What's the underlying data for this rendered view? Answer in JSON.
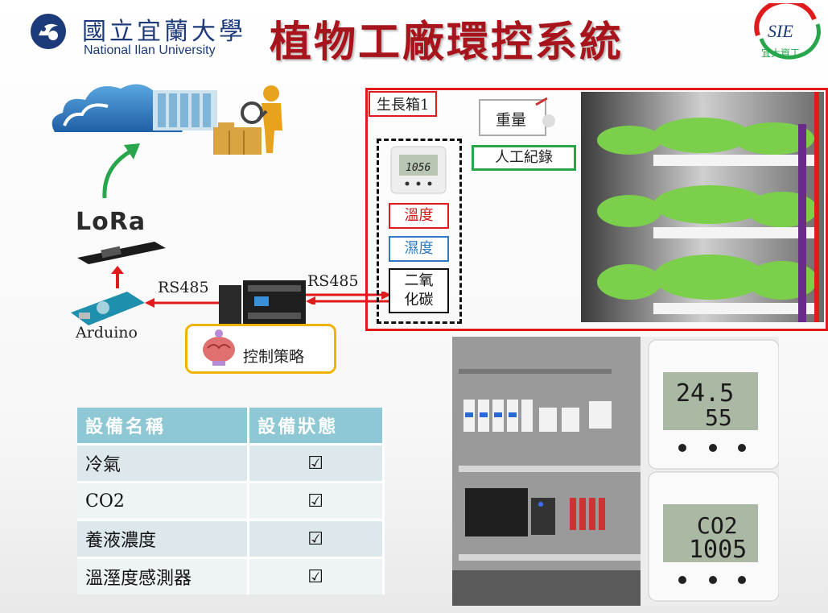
{
  "header": {
    "university_cn": "國立宜蘭大學",
    "university_en": "National Ilan University",
    "title": "植物工廠環控系統",
    "sie_logo_text": "SIE",
    "sie_caption": "宜大資工"
  },
  "diagram": {
    "lora_label": "LoRa",
    "arduino_label": "Arduino",
    "rs485_left": "RS485",
    "rs485_right": "RS485",
    "strategy_label": "控制策略",
    "sensor_display": "1056"
  },
  "growbox": {
    "tag": "生長箱1",
    "temperature": "溫度",
    "humidity": "濕度",
    "co2_line1": "二氧",
    "co2_line2": "化碳",
    "weight": "重量",
    "manual_record": "人工紀錄"
  },
  "table": {
    "headers": [
      "設備名稱",
      "設備狀態"
    ],
    "rows": [
      {
        "name": "冷氣",
        "status": "☑"
      },
      {
        "name": "CO2",
        "status": "☑"
      },
      {
        "name": "養液濃度",
        "status": "☑"
      },
      {
        "name": "溫溼度感測器",
        "status": "☑"
      }
    ]
  },
  "lcd": {
    "top_line1": "24.5",
    "top_line2": "55",
    "bottom_line1": "CO2",
    "bottom_line2": "1005"
  },
  "colors": {
    "title_red": "#a8141c",
    "box_red": "#e01b1b",
    "humidity_blue": "#2c7bc0",
    "manual_green": "#27a64b",
    "strategy_gold": "#f0b400",
    "table_header": "#8ec8d4"
  }
}
